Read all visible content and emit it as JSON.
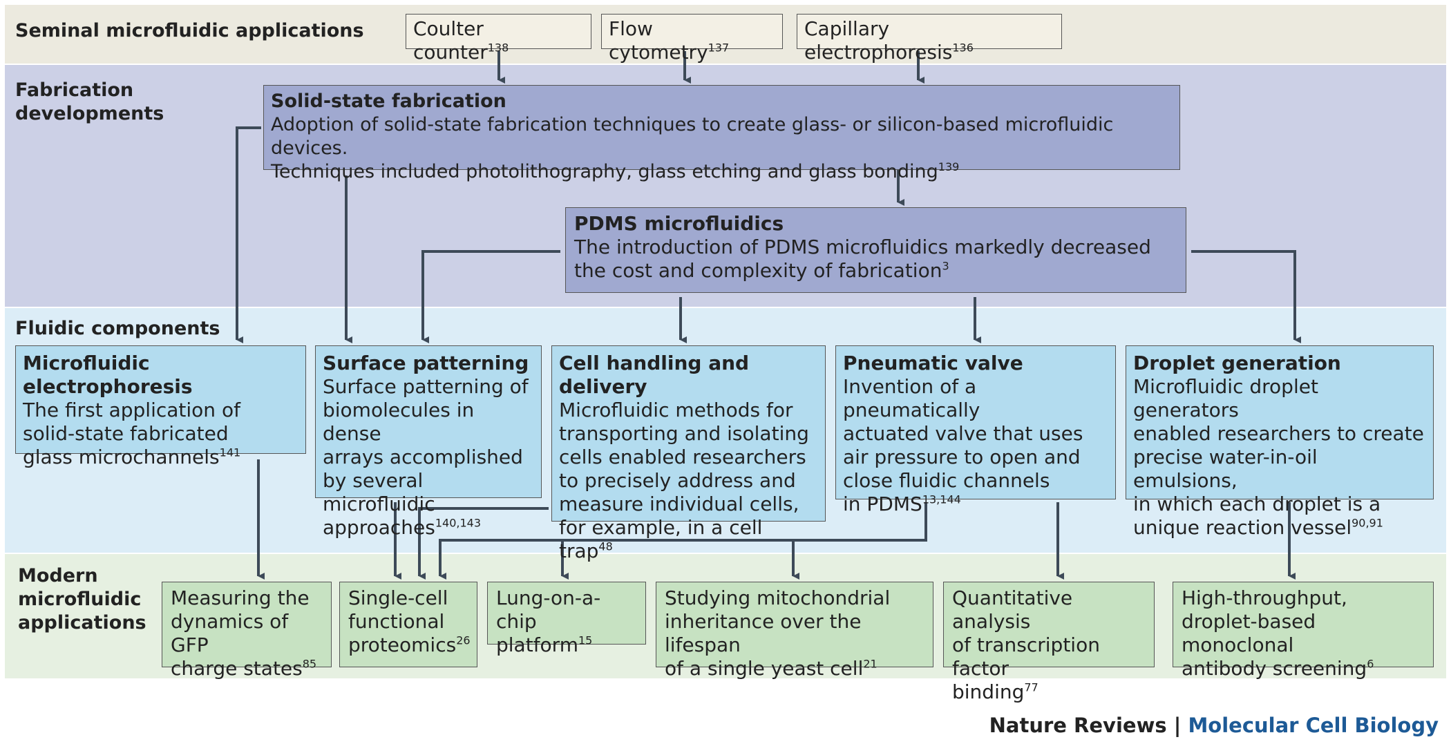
{
  "bands": {
    "seminal": {
      "label": "Seminal microfluidic applications",
      "color": "#eceadf"
    },
    "fabrication": {
      "label1": "Fabrication",
      "label2": "developments",
      "color": "#ccd0e6"
    },
    "components": {
      "label": "Fluidic components",
      "color": "#dcedf7"
    },
    "modern": {
      "label1": "Modern",
      "label2": "microfluidic",
      "label3": "applications",
      "color": "#e6f0e1"
    }
  },
  "seminal": [
    {
      "text": "Coulter counter",
      "ref": "138"
    },
    {
      "text": "Flow cytometry",
      "ref": "137"
    },
    {
      "text": "Capillary electrophoresis",
      "ref": "136"
    }
  ],
  "fabrication": {
    "solid_state": {
      "title": "Solid-state fabrication",
      "line1": "Adoption of solid-state fabrication techniques to create glass- or silicon-based microfluidic devices.",
      "line2": "Techniques included photolithography, glass etching and glass bonding",
      "ref": "139"
    },
    "pdms": {
      "title": "PDMS microfluidics",
      "line1": "The introduction of PDMS microfluidics markedly decreased",
      "line2": "the cost and complexity of fabrication",
      "ref": "3"
    }
  },
  "components": [
    {
      "title": "Microfluidic electrophoresis",
      "lines": [
        "The first application of",
        "solid-state fabricated",
        "glass microchannels"
      ],
      "ref": "141"
    },
    {
      "title": "Surface patterning",
      "lines": [
        "Surface patterning of",
        "biomolecules in dense",
        "arrays accomplished",
        "by several microfluidic",
        "approaches"
      ],
      "ref": "140,143"
    },
    {
      "title": "Cell handling and delivery",
      "lines": [
        "Microfluidic methods for",
        "transporting and isolating",
        "cells enabled researchers",
        "to precisely address and",
        "measure individual cells,",
        "for example, in a cell trap"
      ],
      "ref": "48"
    },
    {
      "title": "Pneumatic valve",
      "lines": [
        "Invention of a pneumatically",
        "actuated valve that uses",
        "air pressure to open and",
        "close fluidic channels",
        "in PDMS"
      ],
      "ref": "13,144"
    },
    {
      "title": "Droplet generation",
      "lines": [
        "Microfluidic droplet generators",
        "enabled researchers to create",
        "precise water-in-oil emulsions,",
        "in which each droplet is a",
        "unique reaction vessel"
      ],
      "ref": "90,91"
    }
  ],
  "modern": [
    {
      "lines": [
        "Measuring the",
        "dynamics of GFP",
        "charge states"
      ],
      "ref": "85"
    },
    {
      "lines": [
        "Single-cell",
        "functional",
        "proteomics"
      ],
      "ref": "26"
    },
    {
      "lines": [
        "Lung-on-a-chip",
        "platform"
      ],
      "ref": "15"
    },
    {
      "lines": [
        "Studying mitochondrial",
        "inheritance over the lifespan",
        "of a single yeast cell"
      ],
      "ref": "21"
    },
    {
      "lines": [
        "Quantitative analysis",
        "of transcription factor",
        "binding"
      ],
      "ref": "77"
    },
    {
      "lines": [
        "High-throughput,",
        "droplet-based monoclonal",
        "antibody screening"
      ],
      "ref": "6"
    }
  ],
  "footer": {
    "brand": "Nature Reviews",
    "separator": "|",
    "journal": "Molecular Cell Biology"
  },
  "colors": {
    "arrow": "#3d4a58",
    "seminal_box": "#f3f0e5",
    "fab_box": "#a0a9d0",
    "comp_box": "#b3dcef",
    "modern_box": "#c7e2c2"
  }
}
